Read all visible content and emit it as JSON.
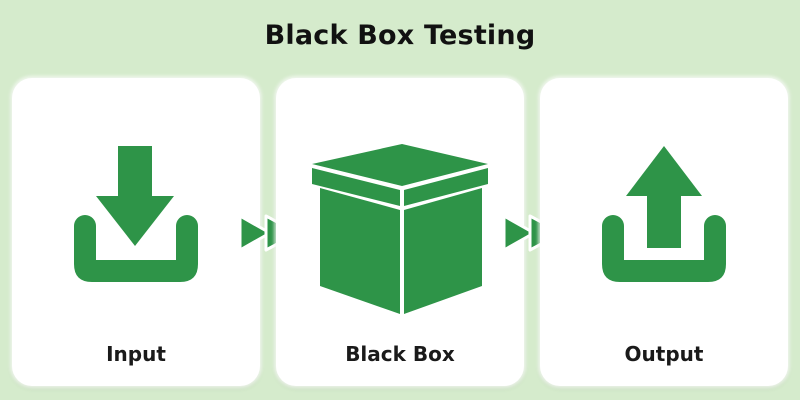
{
  "title": "Black Box Testing",
  "colors": {
    "background": "#d5ebcc",
    "card": "#ffffff",
    "accent": "#2e9448"
  },
  "steps": [
    {
      "label": "Input",
      "icon": "download-icon"
    },
    {
      "label": "Black Box",
      "icon": "box-icon"
    },
    {
      "label": "Output",
      "icon": "upload-icon"
    }
  ],
  "connectors": [
    {
      "icon": "double-chevron-right-icon"
    },
    {
      "icon": "double-chevron-right-icon"
    }
  ]
}
